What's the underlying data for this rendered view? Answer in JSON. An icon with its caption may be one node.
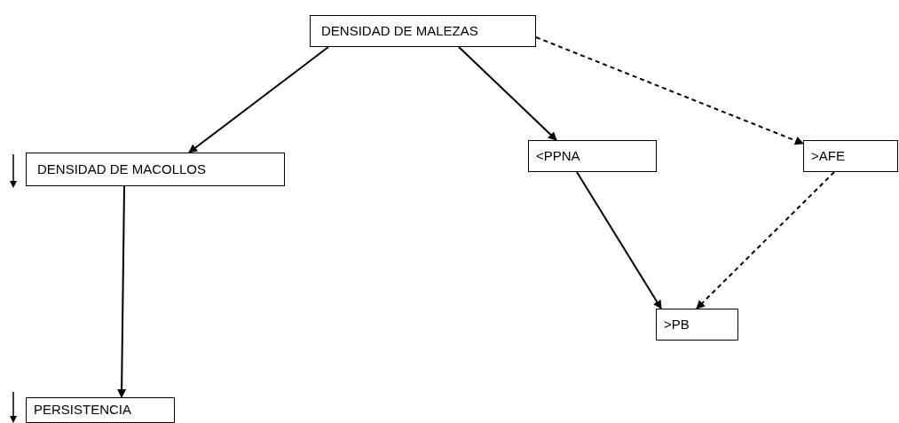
{
  "diagram": {
    "nodes": [
      {
        "text": [
          "DENSIDAD DE MALEZAS"
        ]
      },
      {
        "text": [
          "DENSIDAD DE MACOLLOS"
        ]
      },
      {
        "text": [
          "<PPNA"
        ]
      },
      {
        "text": [
          ">AFE"
        ]
      },
      {
        "text": [
          ">PB"
        ]
      },
      {
        "text": [
          "PERSISTENCIA"
        ]
      }
    ],
    "edges": [
      {
        "from": 0,
        "to": 1,
        "arrow": "to"
      },
      {
        "from": 0,
        "to": 2,
        "arrow": "to"
      },
      {
        "from": 0,
        "to": 3,
        "arrow": "to",
        "style": "dashed"
      },
      {
        "from": 1,
        "to": 5,
        "arrow": "to"
      },
      {
        "from": 2,
        "to": 4,
        "arrow": "to"
      },
      {
        "from": 3,
        "to": 4,
        "arrow": "to",
        "style": "dashed"
      }
    ]
  }
}
